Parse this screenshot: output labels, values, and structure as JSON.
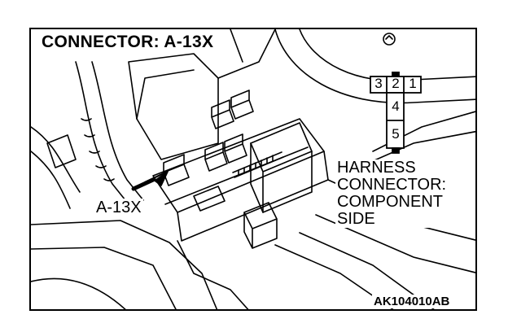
{
  "title": "CONNECTOR: A-13X",
  "callout_label": "A-13X",
  "harness_caption": [
    "HARNESS",
    "CONNECTOR:",
    "COMPONENT",
    "SIDE"
  ],
  "connector_pins": {
    "top_row": [
      "3",
      "2",
      "1"
    ],
    "column": [
      "4",
      "5"
    ]
  },
  "figure_code": "AK104010AB"
}
